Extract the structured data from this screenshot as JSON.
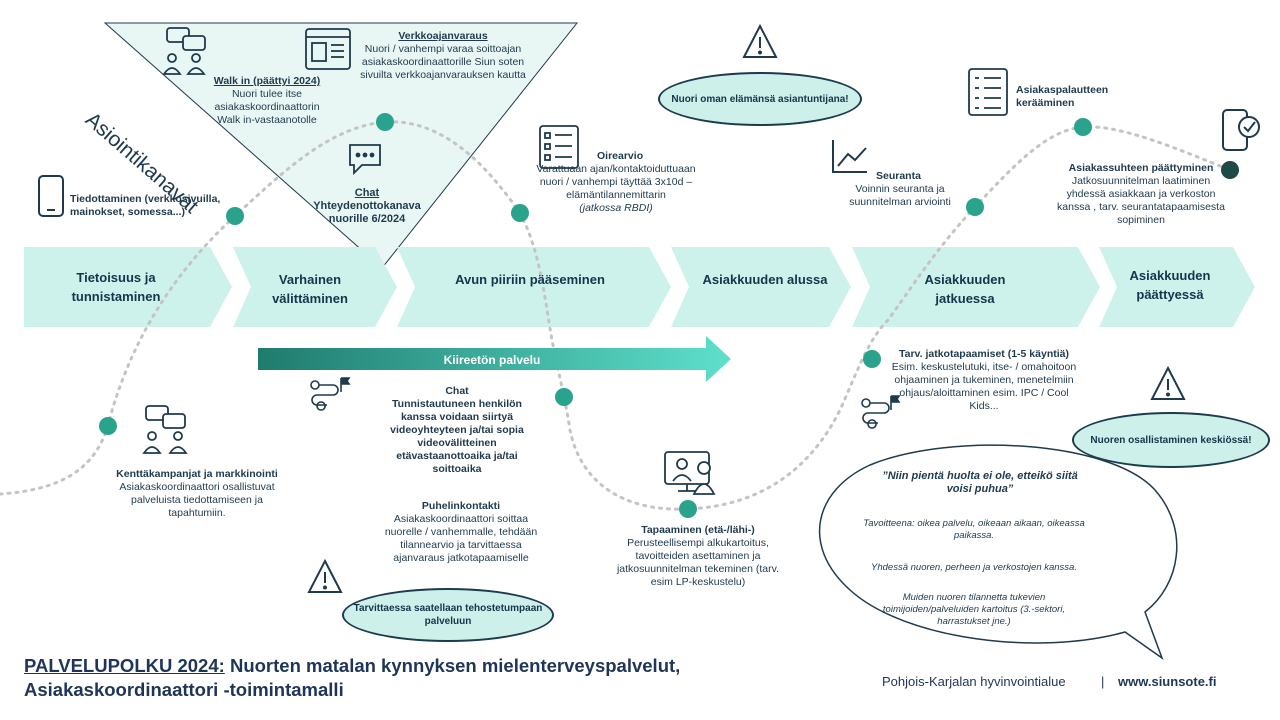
{
  "colors": {
    "arrow_fill": "#cdf2ec",
    "node": "#2aa38c",
    "node_dark": "#1d4a44",
    "path": "#c4c4c4",
    "triangle_fill": "#e9f7f4",
    "text": "#1f3a4d",
    "title": "#1f3558",
    "banner_start": "#1f7b6e",
    "banner_end": "#5ee0cc"
  },
  "stages": [
    {
      "label": "Tietoisuus ja tunnistaminen"
    },
    {
      "label": "Varhainen välittäminen"
    },
    {
      "label": "Avun piiriin pääseminen"
    },
    {
      "label": "Asiakkuuden alussa"
    },
    {
      "label": "Asiakkuuden jatkuessa"
    },
    {
      "label": "Asiakkuuden päättyessä"
    }
  ],
  "channels": {
    "label": "Asiointikanavat",
    "walkin": {
      "title": "Walk in (päättyi 2024)",
      "body": "Nuori tulee itse asiakaskoordinaattorin Walk in-vastaanotolle"
    },
    "online": {
      "title": "Verkkoajanvaraus",
      "body": "Nuori / vanhempi varaa soittoajan asiakaskoordinaattorille Siun soten sivuilta verkkoajanvarauksen kautta"
    },
    "chat": {
      "title": "Chat",
      "body": "Yhteydenottokanava nuorille 6/2024"
    }
  },
  "top": {
    "tiedottaminen": "Tiedottaminen (verkkosivuilla, mainokset, somessa...)",
    "oirearvio_title": "Oirearvio",
    "oirearvio_body": "Varattuaan ajan/kontaktoiduttuaan nuori / vanhempi täyttää 3x10d – elämäntilannemittarin",
    "oirearvio_note": "(jatkossa RBDI)",
    "seuranta_title": "Seuranta",
    "seuranta_body": "Voinnin seuranta ja suunnitelman arviointi",
    "palaute": "Asiakaspalautteen kerääminen",
    "paattyminen_title": "Asiakassuhteen päättyminen",
    "paattyminen_body": "Jatkosuunnitelman laatiminen yhdessä asiakkaan ja verkoston kanssa , tarv. seurantatapaamisesta sopiminen"
  },
  "ovals": {
    "asiantuntija": "Nuori oman elämänsä asiantuntijana!",
    "osallistaminen": "Nuoren osallistaminen keskiössä!",
    "saatellaan": "Tarvittaessa saatellaan tehostetumpaan palveluun"
  },
  "banner": "Kiireetön palvelu",
  "bottom": {
    "kentta_title": "Kenttäkampanjat ja markkinointi",
    "kentta_body": "Asiakaskoordinaattori osallistuvat palveluista tiedottamiseen ja tapahtumiin.",
    "chat_title": "Chat",
    "chat_body": "Tunnistautuneen henkilön kanssa voidaan siirtyä videoyhteyteen ja/tai sopia videovälitteinen etävastaanottoaika ja/tai soittoaika",
    "puhelin_title": "Puhelinkontakti",
    "puhelin_body": "Asiakaskoordinaattori soittaa nuorelle / vanhemmalle, tehdään tilannearvio ja tarvittaessa ajanvaraus jatkotapaamiselle",
    "tapaaminen_title": "Tapaaminen (etä-/lähi-)",
    "tapaaminen_body": "Perusteellisempi alkukartoitus, tavoitteiden asettaminen ja jatkosuunnitelman tekeminen (tarv. esim LP-keskustelu)",
    "jatko_title": "Tarv. jatkotapaamiset (1-5 käyntiä)",
    "jatko_body": "Esim. keskustelutuki, itse- / omahoitoon ohjaaminen ja tukeminen, menetelmiin ohjaus/aloittaminen esim. IPC / Cool Kids..."
  },
  "bubble": {
    "quote": "”Niin pientä huolta ei ole, etteikö siitä voisi puhua”",
    "line1": "Tavoitteena: oikea palvelu, oikeaan aikaan, oikeassa paikassa.",
    "line2": "Yhdessä nuoren, perheen ja verkostojen kanssa.",
    "line3": "Muiden nuoren tilannetta tukevien toimijoiden/palveluiden kartoitus (3.-sektori, harrastukset jne.)"
  },
  "title": {
    "prefix": "PALVELUPOLKU 2024:",
    "rest": " Nuorten matalan kynnyksen mielenterveyspalvelut,",
    "line2": "Asiakaskoordinaattori -toimintamalli"
  },
  "footer": {
    "org": "Pohjois-Karjalan hyvinvointialue",
    "sep": "|",
    "url": "www.siunsote.fi"
  }
}
